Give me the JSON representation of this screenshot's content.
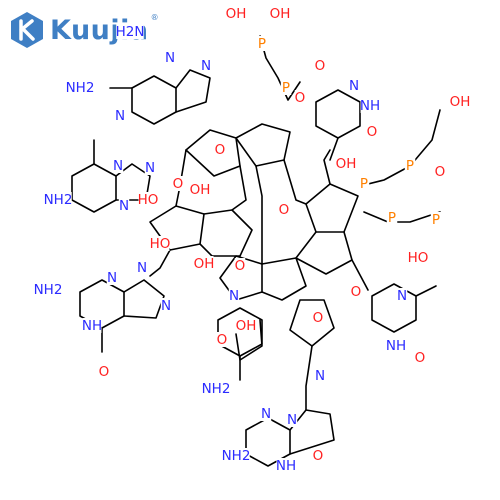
{
  "brand": {
    "name": "Kuujia",
    "registered": "®"
  },
  "colors": {
    "bond": "#000000",
    "nitrogen": "#2b2bff",
    "oxygen": "#ff2020",
    "phosphorus": "#ff8000",
    "brand": "#3f7fc4"
  },
  "atom_labels": {
    "nh2_a": "NH2",
    "nh2_b": "NH2",
    "nh2_c": "NH2",
    "nh2_d": "NH2",
    "nh2_e": "NH2",
    "nh_a": "NH",
    "nh_b": "NH",
    "nh_c": "NH",
    "nh_d": "NH",
    "oh": "OH",
    "ho": "HO",
    "n": "N",
    "o": "O",
    "p": "P",
    "h2n": "H2N"
  },
  "structure_note": "structure drawing"
}
